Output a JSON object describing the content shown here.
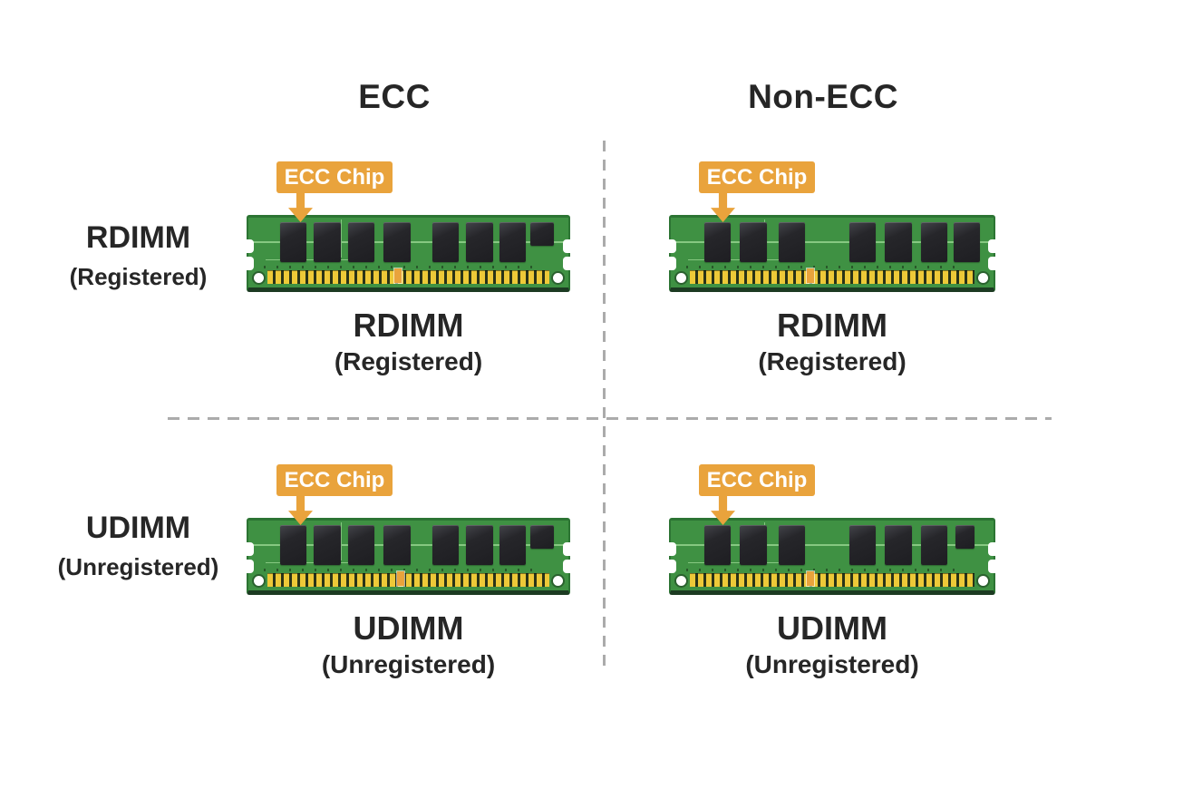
{
  "title": "ECC vs Non-ECC RDIMM and UDIMM memory comparison diagram",
  "headers": {
    "ecc": "ECC",
    "non_ecc": "Non-ECC"
  },
  "row_labels": [
    {
      "title": "RDIMM",
      "subtitle": "(Registered)"
    },
    {
      "title": "UDIMM",
      "subtitle": "(Unregistered)"
    }
  ],
  "callout_label": "ECC Chip",
  "modules": [
    {
      "name": "ecc-rdimm",
      "callout": "ECC Chip",
      "caption": "RDIMM",
      "subcaption": "(Registered)",
      "keynotch_left": 45.5,
      "chips": [
        {
          "l": 9.8,
          "w": 8.4
        },
        {
          "l": 20.4,
          "w": 8.4
        },
        {
          "l": 31.1,
          "w": 8.4
        },
        {
          "l": 42.3,
          "w": 8.4
        },
        {
          "l": 57.4,
          "w": 8.4
        },
        {
          "l": 68.1,
          "w": 8.4
        },
        {
          "l": 78.4,
          "w": 8.4
        },
        {
          "l": 88.2,
          "w": 7.3,
          "small": true
        }
      ]
    },
    {
      "name": "nonecc-rdimm",
      "callout": "ECC Chip",
      "caption": "RDIMM",
      "subcaption": "(Registered)",
      "keynotch_left": 42.0,
      "chips": [
        {
          "l": 10.3,
          "w": 8.3
        },
        {
          "l": 21.4,
          "w": 8.3
        },
        {
          "l": 33.3,
          "w": 8.3
        },
        {
          "l": 55.3,
          "w": 8.3
        },
        {
          "l": 66.4,
          "w": 8.3
        },
        {
          "l": 77.5,
          "w": 8.3
        },
        {
          "l": 87.5,
          "w": 8.3
        }
      ]
    },
    {
      "name": "ecc-udimm",
      "callout": "ECC Chip",
      "caption": "UDIMM",
      "subcaption": "(Unregistered)",
      "keynotch_left": 46.5,
      "chips": [
        {
          "l": 9.8,
          "w": 8.4
        },
        {
          "l": 20.4,
          "w": 8.4
        },
        {
          "l": 31.1,
          "w": 8.4
        },
        {
          "l": 42.3,
          "w": 8.4
        },
        {
          "l": 57.4,
          "w": 8.4
        },
        {
          "l": 68.1,
          "w": 8.4
        },
        {
          "l": 78.4,
          "w": 8.4
        },
        {
          "l": 88.2,
          "w": 7.3,
          "small": true
        }
      ]
    },
    {
      "name": "nonecc-udimm",
      "callout": "ECC Chip",
      "caption": "UDIMM",
      "subcaption": "(Unregistered)",
      "keynotch_left": 42.0,
      "chips": [
        {
          "l": 10.3,
          "w": 8.3
        },
        {
          "l": 21.4,
          "w": 8.3
        },
        {
          "l": 33.3,
          "w": 8.3
        },
        {
          "l": 55.3,
          "w": 8.3
        },
        {
          "l": 66.4,
          "w": 8.3
        },
        {
          "l": 77.5,
          "w": 8.3
        },
        {
          "l": 88.1,
          "w": 6.0,
          "small": true
        }
      ]
    }
  ],
  "colors": {
    "accent_orange": "#E9A33C",
    "pcb_green": "#3F9143",
    "pcb_green_dark": "#2C7433",
    "pcb_edge_dark": "#1C3B22",
    "trace_green": "#86C881",
    "pin_gold": "#EDC938",
    "pin_dark": "#2A3418",
    "chip_black": "#26262A",
    "text_dark": "#262626",
    "divider_gray": "#ABABAB",
    "background": "#FFFFFF"
  }
}
